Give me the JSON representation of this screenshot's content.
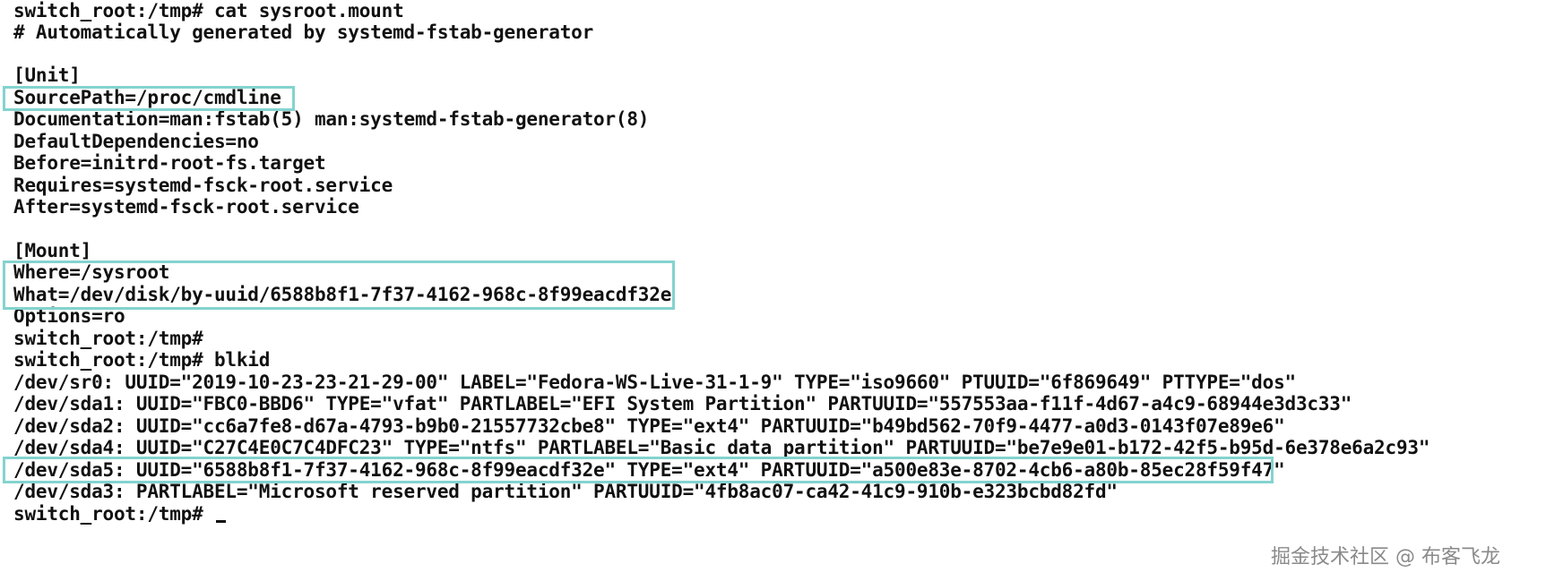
{
  "terminal": {
    "lines": [
      "switch_root:/tmp# cat sysroot.mount",
      "# Automatically generated by systemd-fstab-generator",
      "",
      "[Unit]",
      "SourcePath=/proc/cmdline",
      "Documentation=man:fstab(5) man:systemd-fstab-generator(8)",
      "DefaultDependencies=no",
      "Before=initrd-root-fs.target",
      "Requires=systemd-fsck-root.service",
      "After=systemd-fsck-root.service",
      "",
      "[Mount]",
      "Where=/sysroot",
      "What=/dev/disk/by-uuid/6588b8f1-7f37-4162-968c-8f99eacdf32e",
      "Options=ro",
      "switch_root:/tmp#",
      "switch_root:/tmp# blkid",
      "/dev/sr0: UUID=\"2019-10-23-23-21-29-00\" LABEL=\"Fedora-WS-Live-31-1-9\" TYPE=\"iso9660\" PTUUID=\"6f869649\" PTTYPE=\"dos\"",
      "/dev/sda1: UUID=\"FBC0-BBD6\" TYPE=\"vfat\" PARTLABEL=\"EFI System Partition\" PARTUUID=\"557553aa-f11f-4d67-a4c9-68944e3d3c33\"",
      "/dev/sda2: UUID=\"cc6a7fe8-d67a-4793-b9b0-21557732cbe8\" TYPE=\"ext4\" PARTUUID=\"b49bd562-70f9-4477-a0d3-0143f07e89e6\"",
      "/dev/sda4: UUID=\"C27C4E0C7C4DFC23\" TYPE=\"ntfs\" PARTLABEL=\"Basic data partition\" PARTUUID=\"be7e9e01-b172-42f5-b95d-6e378e6a2c93\"",
      "/dev/sda5: UUID=\"6588b8f1-7f37-4162-968c-8f99eacdf32e\" TYPE=\"ext4\" PARTUUID=\"a500e83e-8702-4cb6-a80b-85ec28f59f47\"",
      "/dev/sda3: PARTLABEL=\"Microsoft reserved partition\" PARTUUID=\"4fb8ac07-ca42-41c9-910b-e323bcbd82fd\"",
      "switch_root:/tmp# "
    ]
  },
  "watermark": "掘金技术社区 @ 布客飞龙",
  "colors": {
    "background": "#ffffff",
    "text": "#111111",
    "highlight_border": "#84d3cf",
    "watermark": "#8a8a8a"
  }
}
